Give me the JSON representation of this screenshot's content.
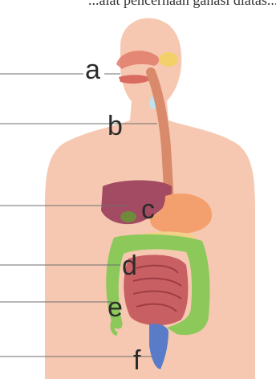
{
  "header": {
    "text": "...alat pencernaan ganasi diatas..."
  },
  "diagram": {
    "labels": [
      {
        "id": "a",
        "text": "a"
      },
      {
        "id": "b",
        "text": "b"
      },
      {
        "id": "c",
        "text": "c"
      },
      {
        "id": "d",
        "text": "d"
      },
      {
        "id": "e",
        "text": "e"
      },
      {
        "id": "f",
        "text": "f"
      }
    ],
    "colors": {
      "body_skin": "#f6c8b1",
      "esophagus": "#d98a6b",
      "liver": "#a24b62",
      "stomach": "#f3a06e",
      "small_intestine": "#c85f62",
      "large_intestine": "#8cc95a",
      "rectum": "#5a7bc8",
      "salivary_gland": "#f3d06a",
      "leader_line": "#6e6e6e"
    }
  }
}
